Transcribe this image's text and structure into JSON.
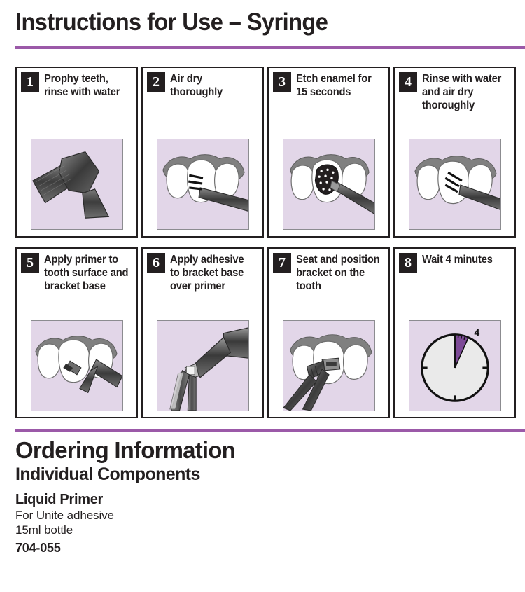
{
  "header": {
    "title": "Instructions for Use – Syringe",
    "divider_color": "#9b59a8"
  },
  "steps": [
    {
      "number": "1",
      "text": "Prophy teeth, rinse with water",
      "illustration": "prophy-handpiece-icon"
    },
    {
      "number": "2",
      "text": "Air dry thoroughly",
      "illustration": "air-syringe-teeth-icon"
    },
    {
      "number": "3",
      "text": "Etch enamel for 15 seconds",
      "illustration": "etch-gel-tooth-icon"
    },
    {
      "number": "4",
      "text": "Rinse with water and air dry thoroughly",
      "illustration": "rinse-air-teeth-icon"
    },
    {
      "number": "5",
      "text": "Apply primer to tooth surface and bracket base",
      "illustration": "primer-brush-tooth-icon"
    },
    {
      "number": "6",
      "text": "Apply adhesive to bracket base over primer",
      "illustration": "adhesive-syringe-bracket-icon"
    },
    {
      "number": "7",
      "text": "Seat and position bracket on the tooth",
      "illustration": "tweezers-bracket-tooth-icon"
    },
    {
      "number": "8",
      "text": "Wait 4 minutes",
      "illustration": "clock-timer-icon"
    }
  ],
  "clock": {
    "label": "4",
    "wedge_minutes": 4,
    "wedge_color": "#7d4a97",
    "face_color": "#eaeaea",
    "minute_ticks": [
      "1",
      "2",
      "3",
      "4"
    ]
  },
  "ordering": {
    "heading": "Ordering Information",
    "subheading": "Individual Components",
    "product_name": "Liquid Primer",
    "description": "For Unite adhesive",
    "size": "15ml bottle",
    "code": "704-055"
  },
  "colors": {
    "accent_purple": "#9b59a8",
    "panel_lavender": "#e2d6e8",
    "badge_black": "#231f20",
    "gum_grey": "#808080",
    "instrument_dark": "#4a4a4a"
  }
}
